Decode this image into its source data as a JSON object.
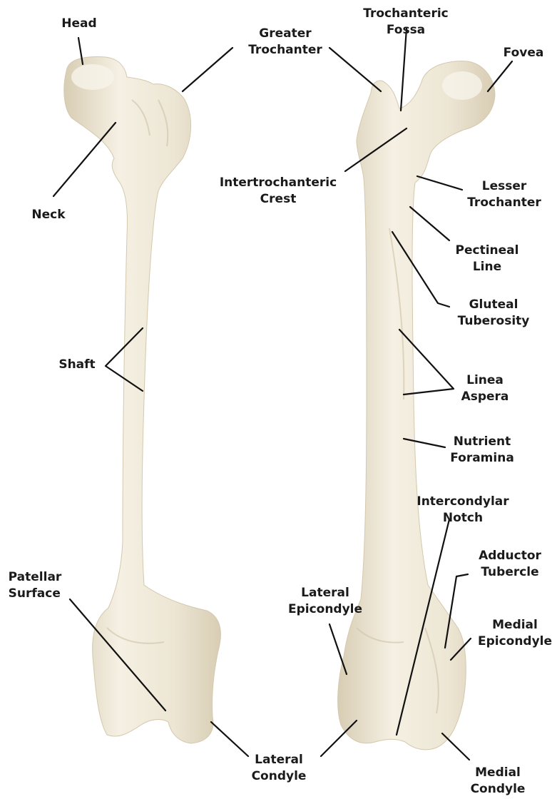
{
  "figure": {
    "colors": {
      "bone_fill": "#ede6d4",
      "bone_light": "#f5f0e3",
      "bone_shadow": "#d8cdb4",
      "line": "#111111",
      "text": "#1a1a1a"
    },
    "views": [
      {
        "name": "anterior-view"
      },
      {
        "name": "posterior-view"
      }
    ],
    "labels": {
      "head": {
        "lines": [
          "Head"
        ]
      },
      "greater_trochanter": {
        "lines": [
          "Greater",
          "Trochanter"
        ]
      },
      "neck": {
        "lines": [
          "Neck"
        ]
      },
      "shaft": {
        "lines": [
          "Shaft"
        ]
      },
      "patellar_surface": {
        "lines": [
          "Patellar",
          "Surface"
        ]
      },
      "lateral_condyle_anterior": {
        "lines": [
          "Lateral",
          "Condyle"
        ]
      },
      "trochanteric_fossa": {
        "lines": [
          "Trochanteric",
          "Fossa"
        ]
      },
      "fovea": {
        "lines": [
          "Fovea"
        ]
      },
      "intertrochanteric_crest": {
        "lines": [
          "Intertrochanteric",
          "Crest"
        ]
      },
      "lesser_trochanter": {
        "lines": [
          "Lesser",
          "Trochanter"
        ]
      },
      "pectineal_line": {
        "lines": [
          "Pectineal",
          "Line"
        ]
      },
      "gluteal_tuberosity": {
        "lines": [
          "Gluteal",
          "Tuberosity"
        ]
      },
      "linea_aspera": {
        "lines": [
          "Linea",
          "Aspera"
        ]
      },
      "nutrient_foramina": {
        "lines": [
          "Nutrient",
          "Foramina"
        ]
      },
      "intercondylar_notch": {
        "lines": [
          "Intercondylar",
          "Notch"
        ]
      },
      "adductor_tubercle": {
        "lines": [
          "Adductor",
          "Tubercle"
        ]
      },
      "lateral_epicondyle": {
        "lines": [
          "Lateral",
          "Epicondyle"
        ]
      },
      "medial_epicondyle": {
        "lines": [
          "Medial",
          "Epicondyle"
        ]
      },
      "medial_condyle": {
        "lines": [
          "Medial",
          "Condyle"
        ]
      }
    }
  }
}
